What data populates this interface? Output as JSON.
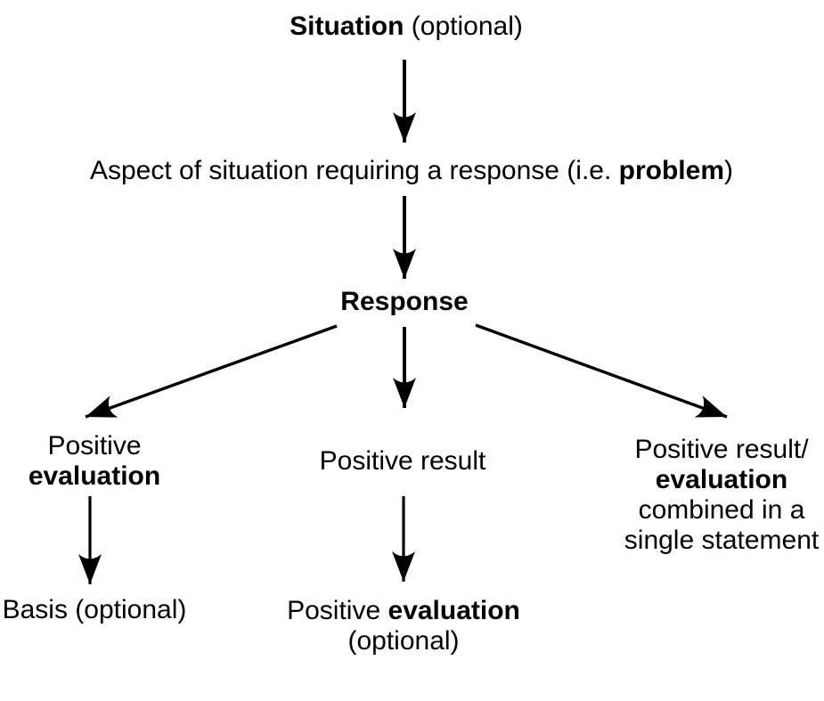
{
  "diagram": {
    "colors": {
      "background": "#ffffff",
      "text": "#000000",
      "arrow": "#000000"
    },
    "nodes": {
      "situation": {
        "keyword": "Situation",
        "suffix": " (optional)"
      },
      "problem": {
        "prefix": "Aspect of situation requiring a response (i.e. ",
        "keyword": "problem",
        "suffix": ")"
      },
      "response": {
        "keyword": "Response"
      },
      "positive_evaluation": {
        "line1": "Positive",
        "keyword": "evaluation"
      },
      "positive_result": {
        "label": "Positive result"
      },
      "combined_statement": {
        "line1": "Positive result/",
        "keyword": "evaluation",
        "line3": "combined in a",
        "line4": "single statement"
      },
      "basis": {
        "label": "Basis (optional)"
      },
      "positive_evaluation_optional": {
        "prefix": "Positive ",
        "keyword": "evaluation",
        "line2": "(optional)"
      }
    }
  }
}
